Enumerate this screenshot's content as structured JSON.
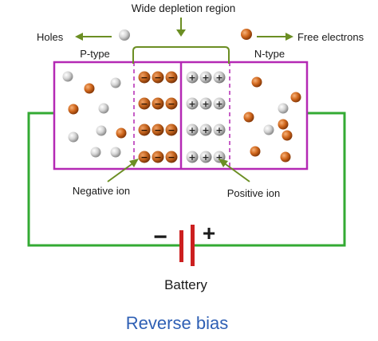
{
  "labels": {
    "region": "Wide depletion region",
    "holes": "Holes",
    "free_electrons": "Free electrons",
    "p_type": "P-type",
    "n_type": "N-type",
    "negative_ion": "Negative ion",
    "positive_ion": "Positive ion",
    "minus": "−",
    "plus": "+",
    "battery": "Battery",
    "caption": "Reverse bias"
  },
  "ion_symbols": {
    "negative": "−",
    "positive": "+"
  },
  "colors": {
    "hole": "#c9c9c9",
    "electron": "#d2691e",
    "box_border": "#b429b4",
    "wire": "#33aa33",
    "arrow": "#6b8e23",
    "battery_plate": "#cc2020",
    "caption": "#2e5fb4",
    "negative_ion": "#b25a1a",
    "positive_ion": "#9a9a9a"
  },
  "counts": {
    "ion_rows": 4,
    "ion_columns": 3
  }
}
